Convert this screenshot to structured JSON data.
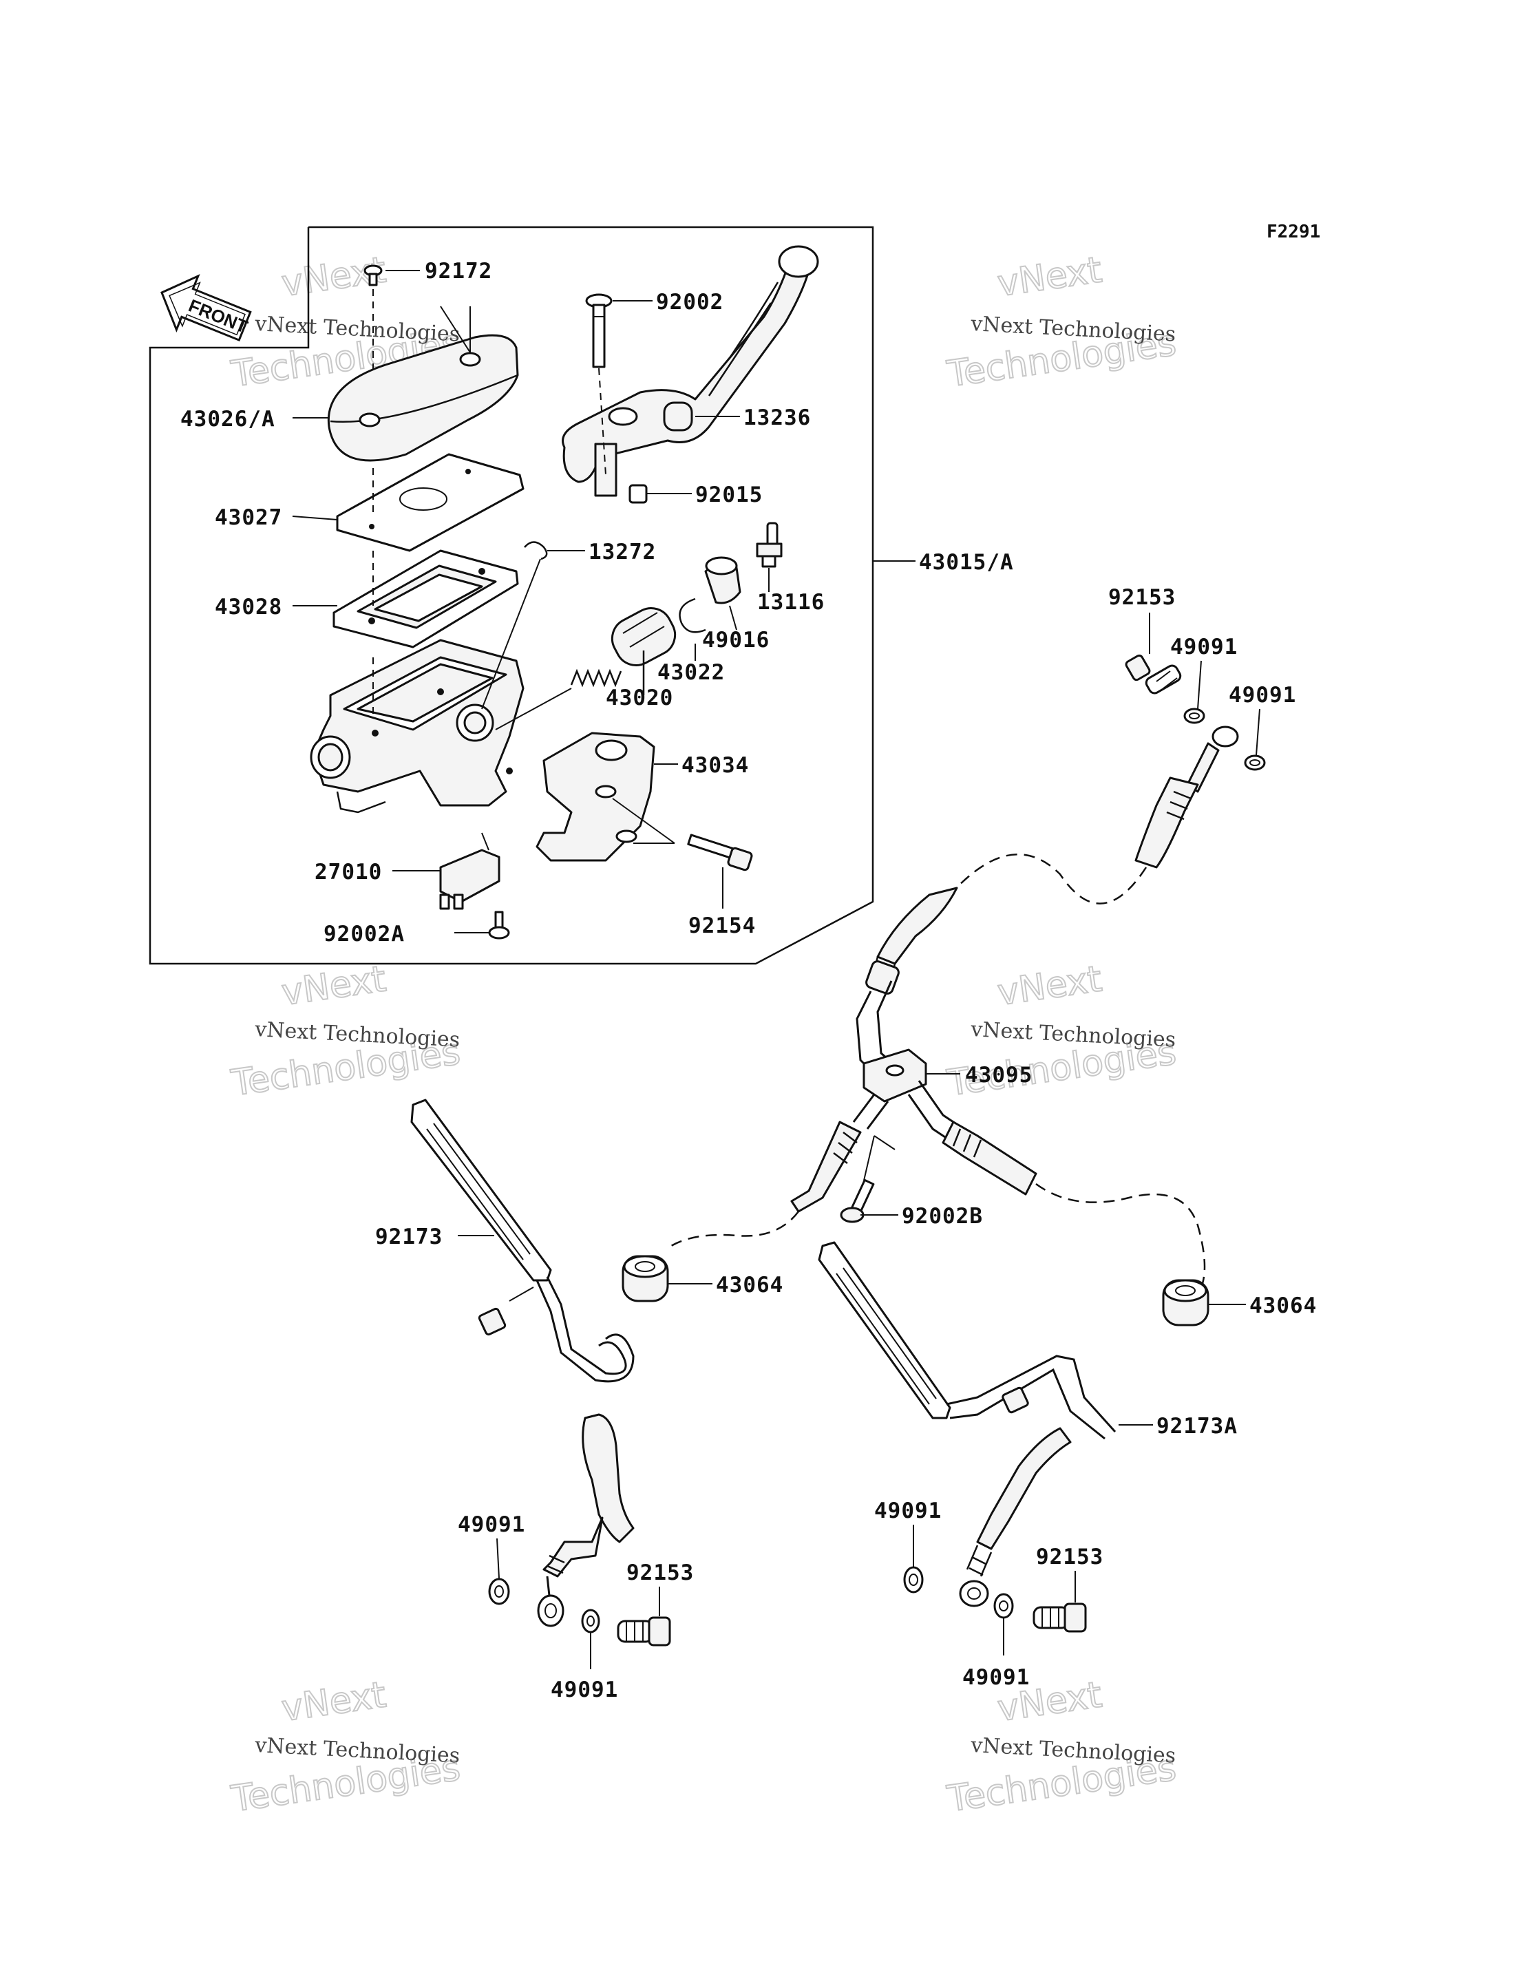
{
  "figure_code": "F2291",
  "front_label": "FRONT",
  "watermark": {
    "line1": "vNext Technologies",
    "line2": "vNext",
    "line3": "Technologies"
  },
  "callouts": [
    {
      "id": "92172",
      "text": "92172"
    },
    {
      "id": "92002",
      "text": "92002"
    },
    {
      "id": "43026A",
      "text": "43026/A"
    },
    {
      "id": "13236",
      "text": "13236"
    },
    {
      "id": "92015",
      "text": "92015"
    },
    {
      "id": "43027",
      "text": "43027"
    },
    {
      "id": "13272",
      "text": "13272"
    },
    {
      "id": "13116",
      "text": "13116"
    },
    {
      "id": "43015A",
      "text": "43015/A"
    },
    {
      "id": "43028",
      "text": "43028"
    },
    {
      "id": "49016",
      "text": "49016"
    },
    {
      "id": "43022",
      "text": "43022"
    },
    {
      "id": "43020",
      "text": "43020"
    },
    {
      "id": "43034",
      "text": "43034"
    },
    {
      "id": "27010",
      "text": "27010"
    },
    {
      "id": "92154",
      "text": "92154"
    },
    {
      "id": "92002A",
      "text": "92002A"
    },
    {
      "id": "92153-top",
      "text": "92153"
    },
    {
      "id": "49091-top1",
      "text": "49091"
    },
    {
      "id": "49091-top2",
      "text": "49091"
    },
    {
      "id": "43095",
      "text": "43095"
    },
    {
      "id": "92002B",
      "text": "92002B"
    },
    {
      "id": "92173",
      "text": "92173"
    },
    {
      "id": "43064-left",
      "text": "43064"
    },
    {
      "id": "43064-right",
      "text": "43064"
    },
    {
      "id": "92173A",
      "text": "92173A"
    },
    {
      "id": "49091-bl1",
      "text": "49091"
    },
    {
      "id": "92153-bl",
      "text": "92153"
    },
    {
      "id": "49091-bl2",
      "text": "49091"
    },
    {
      "id": "49091-br1",
      "text": "49091"
    },
    {
      "id": "92153-br",
      "text": "92153"
    },
    {
      "id": "49091-br2",
      "text": "49091"
    }
  ]
}
